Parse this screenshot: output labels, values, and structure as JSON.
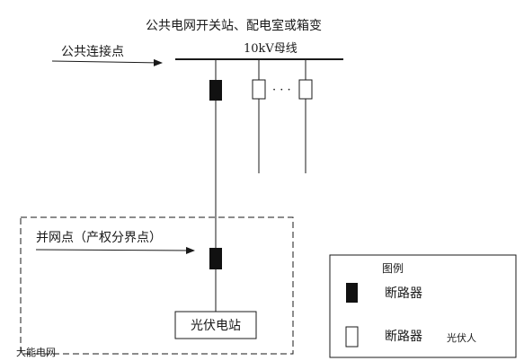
{
  "diagram": {
    "title": "公共电网开关站、配电室或箱变",
    "busbar_label": "10kV母线",
    "pcc_label": "公共连接点",
    "grid_point_label": "并网点（产权分界点）",
    "ellipsis": "· · ·",
    "pv_station": "光伏电站"
  },
  "legend": {
    "title": "图例",
    "items": [
      {
        "symbol": "filled",
        "label": "断路器"
      },
      {
        "symbol": "hollow",
        "label": "断路器"
      }
    ]
  },
  "watermarks": [
    "大能电网",
    "光伏人"
  ]
}
